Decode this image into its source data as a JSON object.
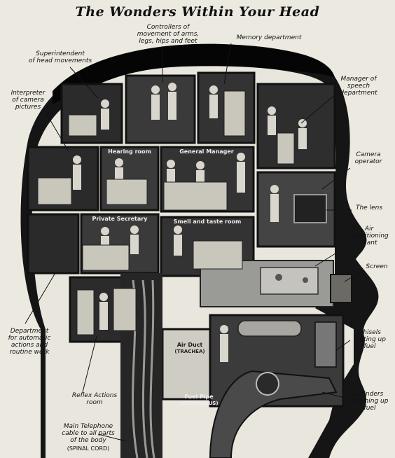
{
  "title": "The Wonders Within Your Head",
  "callouts": {
    "controllers": "Controllers of\nmovement of arms,\nlegs, hips and feet",
    "memory": "Memory department",
    "superintendent": "Superintendent\nof head movements",
    "interpreter": "Interpreter\nof camera\npictures",
    "manager_speech": "Manager of\nspeech\ndepartment",
    "camera_operator": "Camera\noperator",
    "lens": "The lens",
    "air_conditioning": "Air\nconditioning\nplant",
    "screen": "Screen",
    "automatic": "Department\nfor automatic\nactions and\nroutine work",
    "chisels": "Chisels\ncutting up\nfuel",
    "reflex": "Reflex Actions\nroom",
    "grinders": "Grinders\nmashing up\nfuel",
    "telephone": "Main Telephone\ncable to all parts\nof the body",
    "spinal": "(SPINAL CORD)"
  },
  "rooms": {
    "hearing": "Hearing room",
    "general_manager": "General Manager",
    "private_secretary": "Private Secretary",
    "smell_taste": "Smell and taste room",
    "air_duct": "Air Duct",
    "trachea": "(TRACHEA)",
    "fuel_pipe": "Fuel Pipe",
    "esophagus": "(ESOPHAGUS)"
  }
}
